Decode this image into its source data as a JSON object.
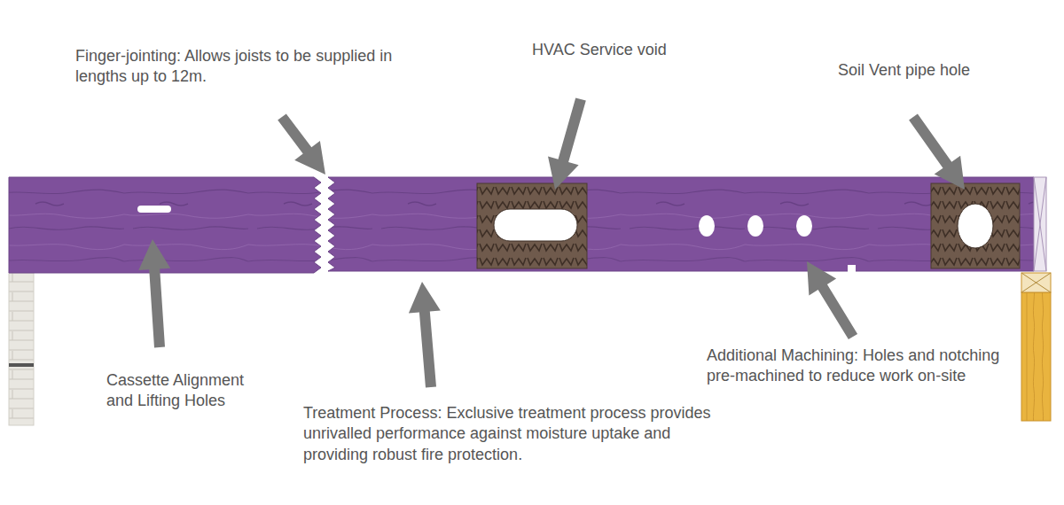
{
  "diagram": {
    "labels": [
      "Finger-jointing: Allows joists to be supplied in lengths up to 12m.",
      "HVAC Service void",
      "Soil Vent pipe hole",
      "Cassette Alignment and Lifting Holes",
      "Treatment Process: Exclusive treatment process provides unrivalled performance against moisture uptake and providing robust fire protection.",
      "Additional Machining: Holes and notching pre-machined to reduce work on-site"
    ]
  }
}
